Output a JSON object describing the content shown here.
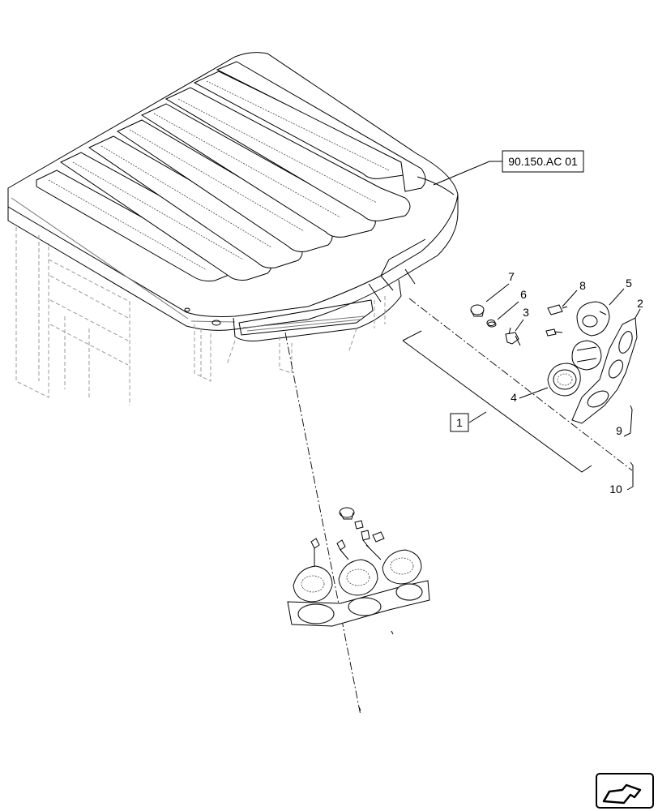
{
  "reference_label": "90.150.AC 01",
  "callouts": {
    "c1": "1",
    "c2": "2",
    "c3": "3",
    "c4": "4",
    "c5": "5",
    "c6": "6",
    "c7": "7",
    "c8": "8",
    "c9": "9",
    "c10": "10"
  },
  "icons": {
    "nav": "arrow-icon"
  }
}
